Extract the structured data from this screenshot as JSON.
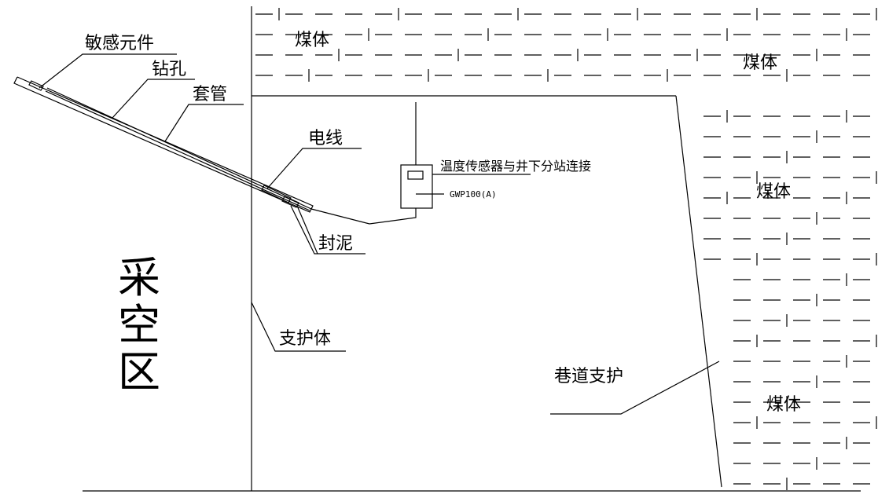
{
  "labels": {
    "sensor_element": "敏感元件",
    "borehole": "钻孔",
    "casing": "套管",
    "wire": "电线",
    "sealing_mud": "封泥",
    "goaf": "采空区",
    "support_body": "支护体",
    "roadway_support": "巷道支护",
    "sensor_connection": "温度传感器与井下分站连接",
    "sensor_model": "GWP100(A)",
    "coal": [
      "煤体",
      "煤体",
      "煤体",
      "煤体"
    ]
  }
}
